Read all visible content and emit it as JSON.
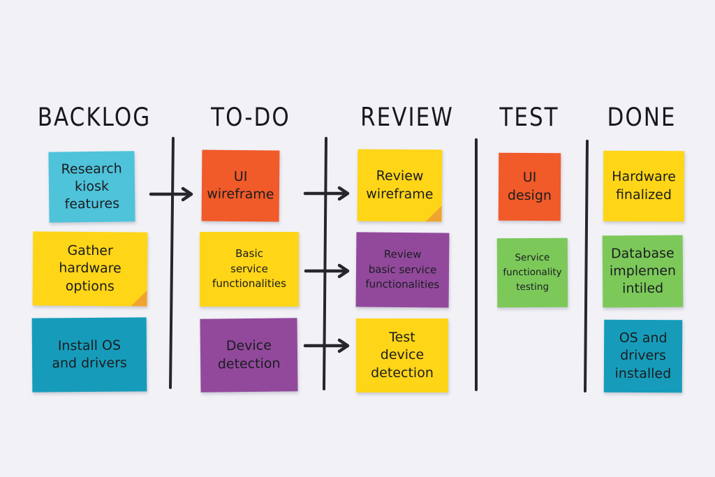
{
  "board": {
    "background_color": "#f1f1f6",
    "ink_color": "#26272b",
    "fold_color": "#f0a330",
    "palette": {
      "cyan": "#4ec3da",
      "yellow": "#ffd517",
      "teal": "#169cba",
      "orange": "#f15a29",
      "purple": "#92499c",
      "green": "#7cc95a"
    },
    "columns": [
      {
        "title": "BACKLOG",
        "cards": [
          {
            "text": "Research\nkiosk\nfeatures",
            "color": "#4ec3da"
          },
          {
            "text": "Gather\nhardware\noptions",
            "color": "#ffd517",
            "folded_corner": true
          },
          {
            "text": "Install OS\nand drivers",
            "color": "#169cba"
          }
        ]
      },
      {
        "title": "TO-DO",
        "cards": [
          {
            "text": "UI\nwireframe",
            "color": "#f15a29"
          },
          {
            "text": "Basic\nservice\nfunctionalities",
            "color": "#ffd517"
          },
          {
            "text": "Device\ndetection",
            "color": "#92499c"
          }
        ]
      },
      {
        "title": "REVIEW",
        "cards": [
          {
            "text": "Review\nwireframe",
            "color": "#ffd517",
            "folded_corner": true
          },
          {
            "text": "Review\nbasic service\nfunctionalities",
            "color": "#92499c"
          },
          {
            "text": "Test\ndevice\ndetection",
            "color": "#ffd517"
          }
        ]
      },
      {
        "title": "TEST",
        "cards": [
          {
            "text": "UI\ndesign",
            "color": "#f15a29"
          },
          {
            "text": "Service\nfunctionality\ntesting",
            "color": "#7cc95a"
          }
        ]
      },
      {
        "title": "DONE",
        "cards": [
          {
            "text": "Hardware\nfinalized",
            "color": "#ffd517"
          },
          {
            "text": "Database\nimplemen\nintiled",
            "color": "#7cc95a"
          },
          {
            "text": "OS and\ndrivers\ninstalled",
            "color": "#169cba"
          }
        ]
      }
    ],
    "flows": [
      {
        "from": "BACKLOG",
        "to": "TO-DO",
        "rows": [
          1
        ]
      },
      {
        "from": "TO-DO",
        "to": "REVIEW",
        "rows": [
          1,
          2,
          3
        ]
      }
    ]
  }
}
